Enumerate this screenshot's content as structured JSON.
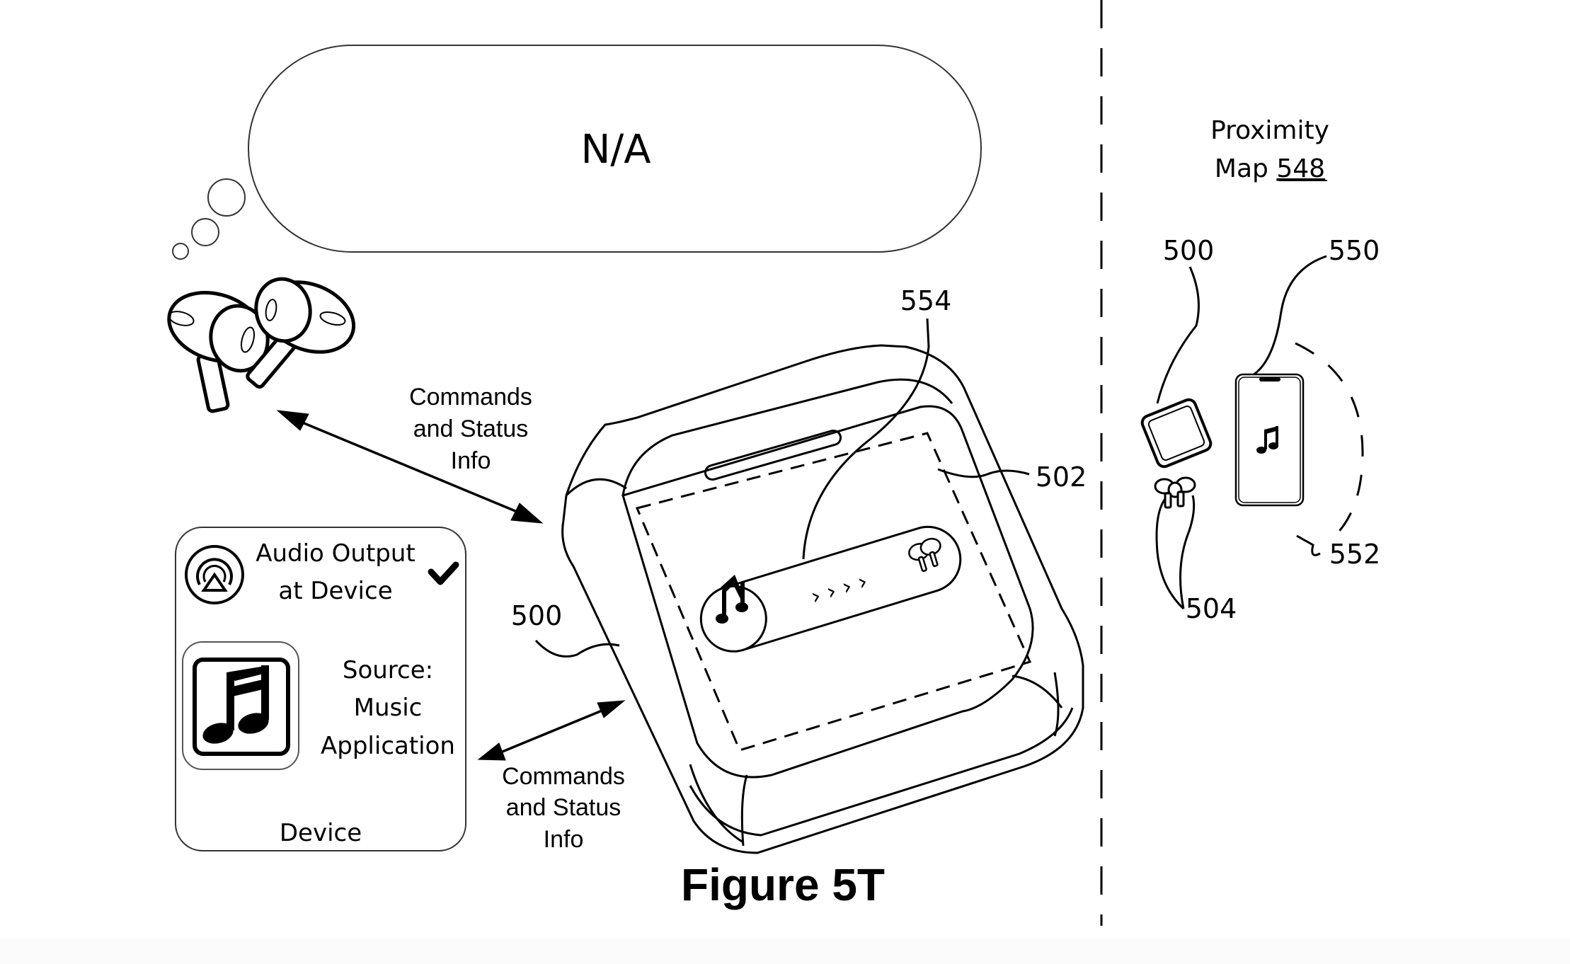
{
  "figure": {
    "title": "Figure 5T"
  },
  "thought_bubble": {
    "text": "N/A"
  },
  "device_card": {
    "audio_output_line1": "Audio Output",
    "audio_output_line2": "at Device",
    "audio_output_selected": true,
    "source_line1": "Source:",
    "source_line2": "Music",
    "source_line3": "Application",
    "footer_label": "Device",
    "icons": {
      "audio_output": "airplay-audio-icon",
      "checkmark": "checkmark-icon",
      "app": "music-note-icon"
    }
  },
  "arrows": {
    "upper_label": [
      "Commands",
      "and Status",
      "Info"
    ],
    "lower_label": [
      "Commands",
      "and Status",
      "Info"
    ]
  },
  "case": {
    "ref_case": "500",
    "ref_display": "502",
    "ref_banner": "554",
    "banner": {
      "left_icon": "music-note-icon",
      "chevrons": "› › › ›",
      "right_icon": "earbuds-icon"
    }
  },
  "proximity_map": {
    "title_line1": "Proximity",
    "title_line2_prefix": "Map ",
    "title_ref": "548",
    "refs": {
      "case": "500",
      "phone": "550",
      "range": "552",
      "earbuds": "504"
    }
  }
}
